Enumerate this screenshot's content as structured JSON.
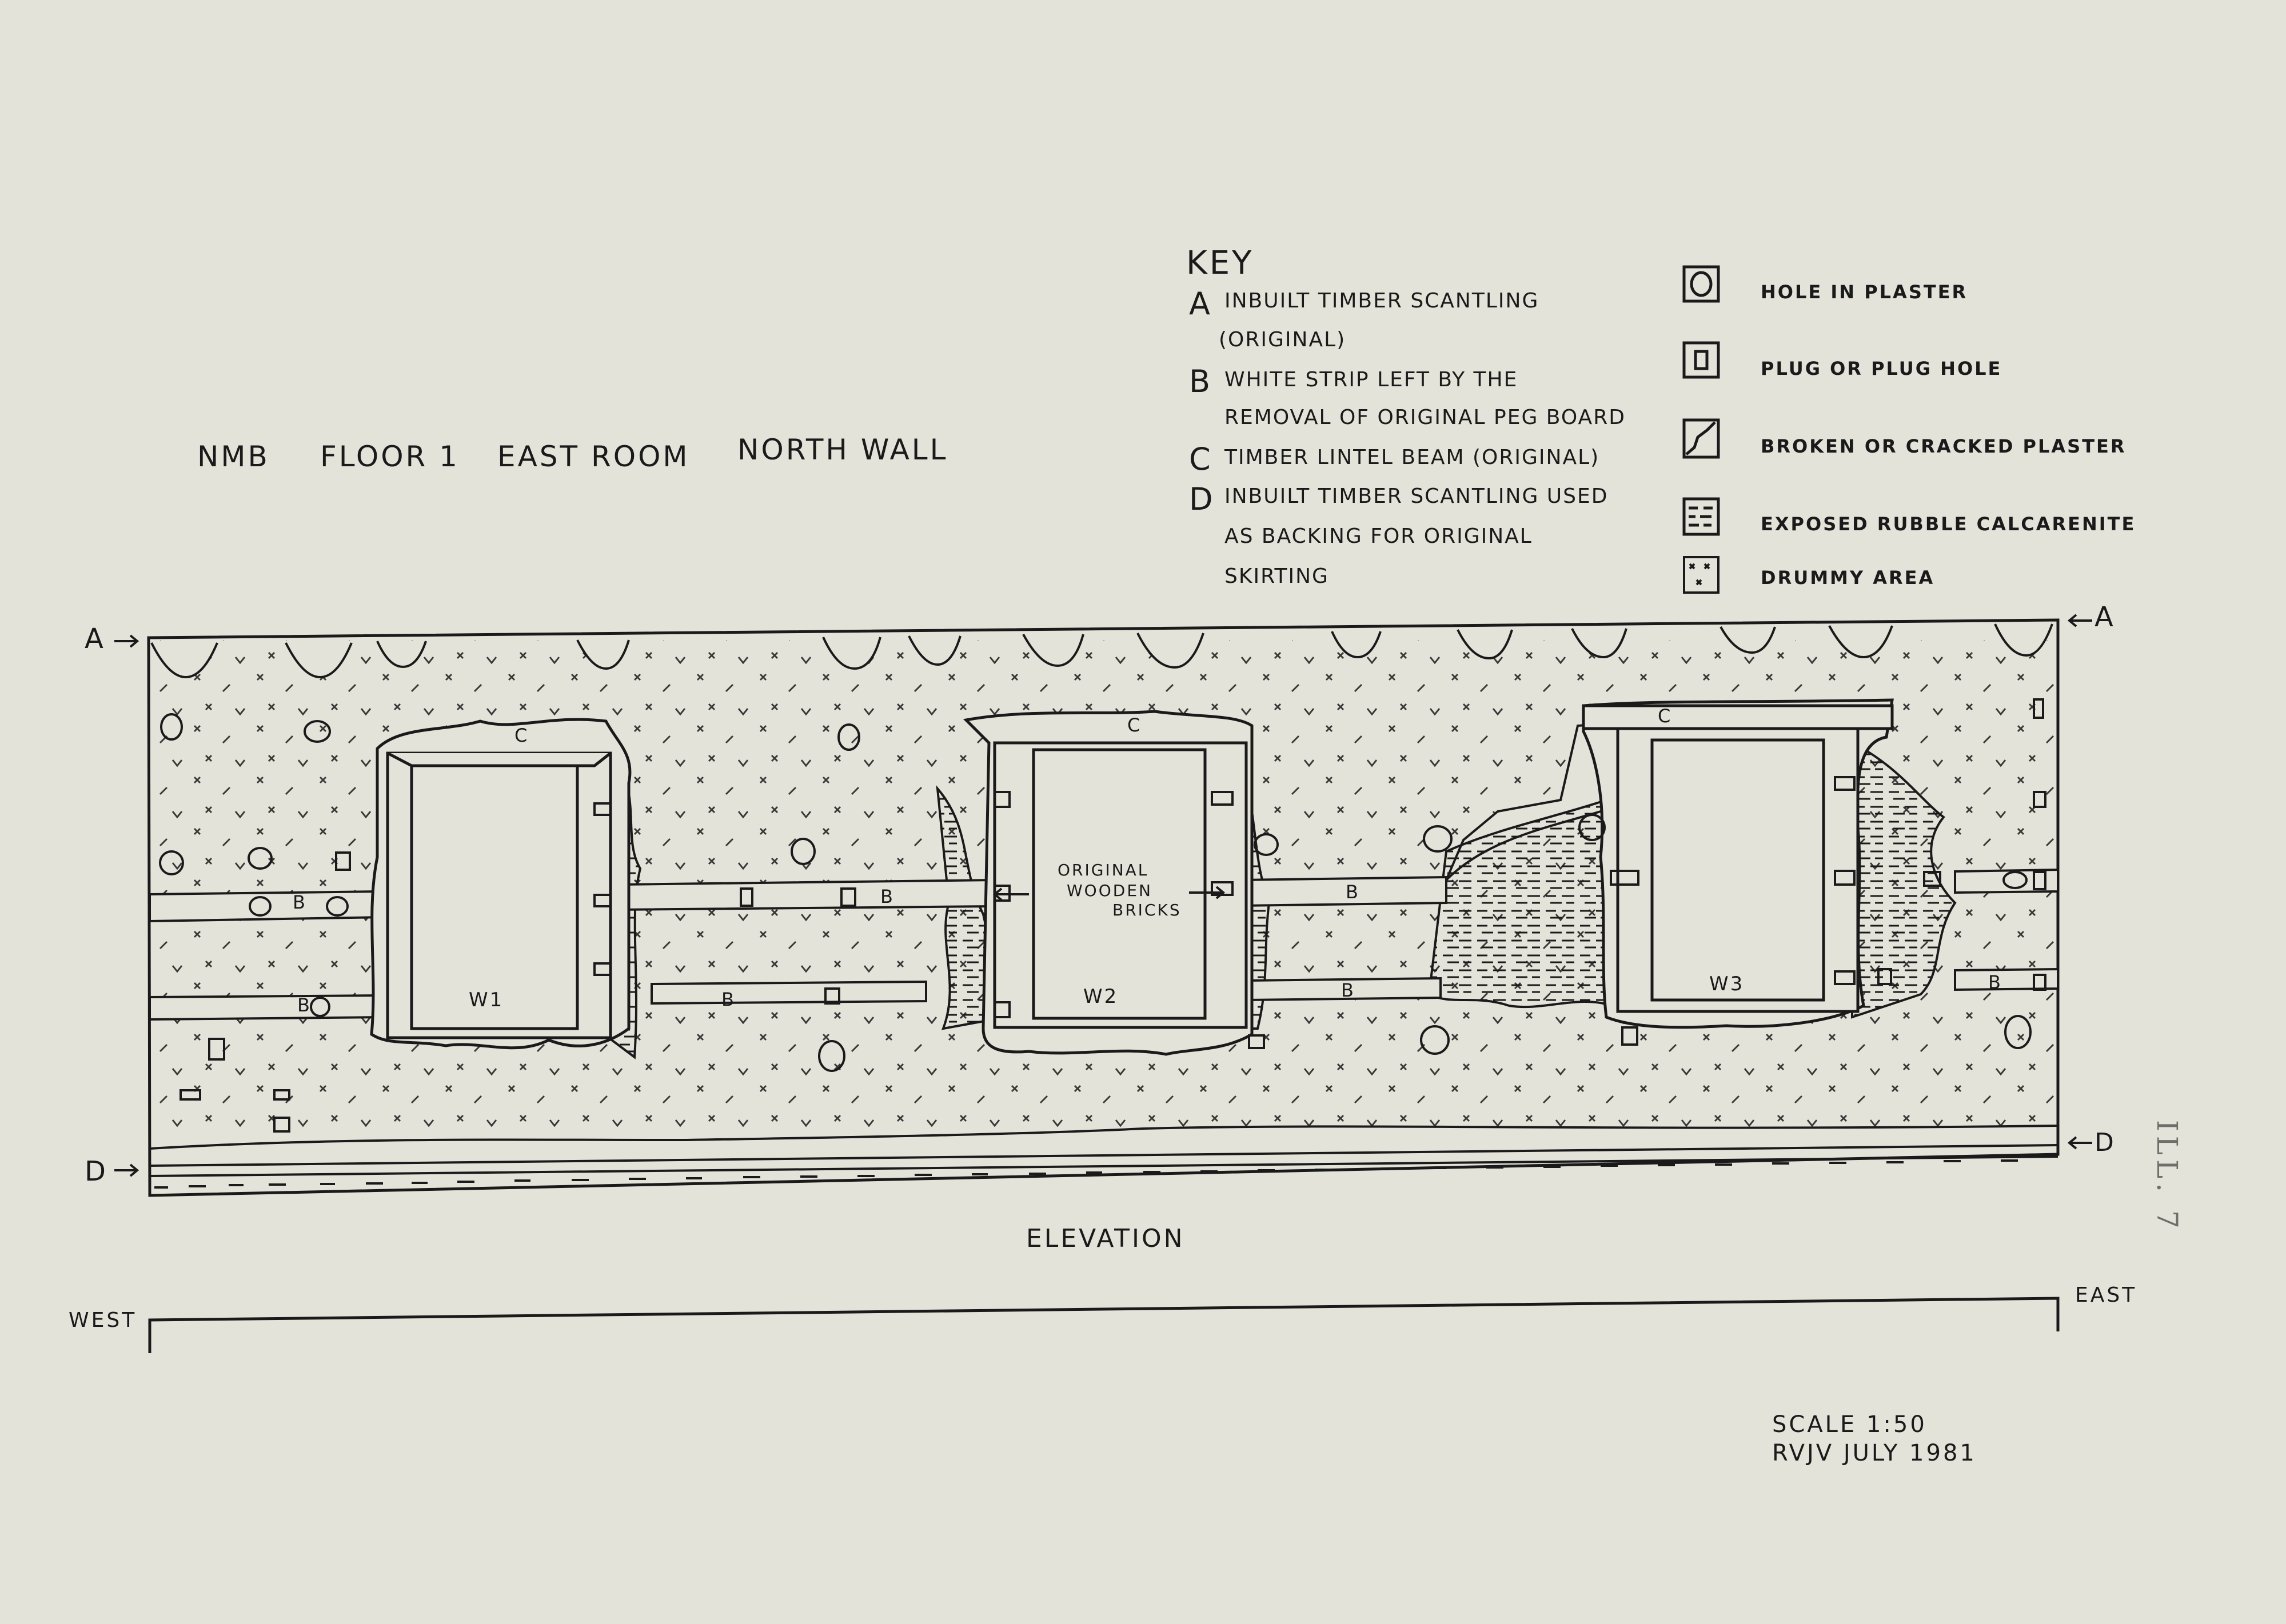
{
  "title": {
    "building": "NMB",
    "floor": "FLOOR 1",
    "room": "EAST ROOM",
    "wall": "NORTH WALL"
  },
  "key": {
    "heading": "KEY",
    "items": [
      {
        "letter": "A",
        "lines": [
          "INBUILT TIMBER SCANTLING",
          "(ORIGINAL)"
        ]
      },
      {
        "letter": "B",
        "lines": [
          "WHITE STRIP LEFT BY THE",
          "REMOVAL OF ORIGINAL PEG BOARD"
        ]
      },
      {
        "letter": "C",
        "lines": [
          "TIMBER LINTEL BEAM (ORIGINAL)"
        ]
      },
      {
        "letter": "D",
        "lines": [
          "INBUILT TIMBER SCANTLING USED",
          "AS BACKING FOR ORIGINAL",
          "SKIRTING"
        ]
      }
    ],
    "symbols": [
      {
        "icon": "hole-icon",
        "label": "HOLE IN PLASTER"
      },
      {
        "icon": "plug-icon",
        "label": "PLUG OR PLUG HOLE"
      },
      {
        "icon": "crack-icon",
        "label": "BROKEN OR CRACKED PLASTER"
      },
      {
        "icon": "rubble-icon",
        "label": "EXPOSED RUBBLE CALCARENITE"
      },
      {
        "icon": "drummy-icon",
        "label": "DRUMMY AREA"
      }
    ]
  },
  "elevation": {
    "marker_a": "A",
    "marker_d": "D",
    "strip_label": "B",
    "lintel_label": "C",
    "windows": [
      "W1",
      "W2",
      "W3"
    ],
    "annotation": [
      "ORIGINAL",
      "WOODEN",
      "BRICKS"
    ],
    "caption": "ELEVATION"
  },
  "orientation": {
    "west": "WEST",
    "east": "EAST"
  },
  "scale": "SCALE 1:50",
  "author": "RVJV JULY 1981",
  "plate_number": "ILL. 7"
}
